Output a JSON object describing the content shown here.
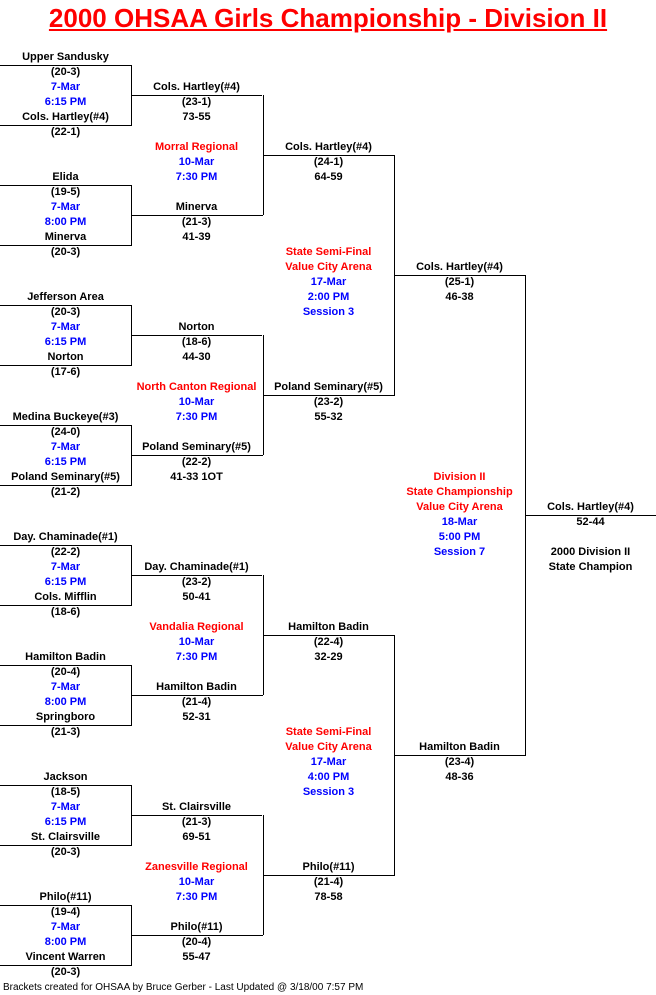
{
  "title": "2000 OHSAA Girls Championship - Division II",
  "colors": {
    "title": "#ff0000",
    "venue": "#ff0000",
    "schedule": "#0000ff",
    "text": "#000000"
  },
  "district_finals": [
    {
      "team_a": "Upper Sandusky",
      "record_a": "(20-3)",
      "date": "7-Mar",
      "time": "6:15 PM",
      "team_b": "Cols. Hartley(#4)",
      "record_b": "(22-1)"
    },
    {
      "team_a": "Elida",
      "record_a": "(19-5)",
      "date": "7-Mar",
      "time": "8:00 PM",
      "team_b": "Minerva",
      "record_b": "(20-3)"
    },
    {
      "team_a": "Jefferson Area",
      "record_a": "(20-3)",
      "date": "7-Mar",
      "time": "6:15 PM",
      "team_b": "Norton",
      "record_b": "(17-6)"
    },
    {
      "team_a": "Medina Buckeye(#3)",
      "record_a": "(24-0)",
      "date": "7-Mar",
      "time": "6:15 PM",
      "team_b": "Poland Seminary(#5)",
      "record_b": "(21-2)"
    },
    {
      "team_a": "Day. Chaminade(#1)",
      "record_a": "(22-2)",
      "date": "7-Mar",
      "time": "6:15 PM",
      "team_b": "Cols. Mifflin",
      "record_b": "(18-6)"
    },
    {
      "team_a": "Hamilton Badin",
      "record_a": "(20-4)",
      "date": "7-Mar",
      "time": "8:00 PM",
      "team_b": "Springboro",
      "record_b": "(21-3)"
    },
    {
      "team_a": "Jackson",
      "record_a": "(18-5)",
      "date": "7-Mar",
      "time": "6:15 PM",
      "team_b": "St. Clairsville",
      "record_b": "(20-3)"
    },
    {
      "team_a": "Philo(#11)",
      "record_a": "(19-4)",
      "date": "7-Mar",
      "time": "8:00 PM",
      "team_b": "Vincent Warren",
      "record_b": "(20-3)"
    }
  ],
  "regional_semis": [
    {
      "winner": "Cols. Hartley(#4)",
      "record": "(23-1)",
      "score": "73-55"
    },
    {
      "winner": "Minerva",
      "record": "(21-3)",
      "score": "41-39"
    },
    {
      "winner": "Norton",
      "record": "(18-6)",
      "score": "44-30"
    },
    {
      "winner": "Poland Seminary(#5)",
      "record": "(22-2)",
      "score": "41-33 1OT"
    },
    {
      "winner": "Day. Chaminade(#1)",
      "record": "(23-2)",
      "score": "50-41"
    },
    {
      "winner": "Hamilton Badin",
      "record": "(21-4)",
      "score": "52-31"
    },
    {
      "winner": "St. Clairsville",
      "record": "(21-3)",
      "score": "69-51"
    },
    {
      "winner": "Philo(#11)",
      "record": "(20-4)",
      "score": "55-47"
    }
  ],
  "regionals": [
    {
      "venue": "Morral Regional",
      "date": "10-Mar",
      "time": "7:30 PM"
    },
    {
      "venue": "North Canton Regional",
      "date": "10-Mar",
      "time": "7:30 PM"
    },
    {
      "venue": "Vandalia Regional",
      "date": "10-Mar",
      "time": "7:30 PM"
    },
    {
      "venue": "Zanesville Regional",
      "date": "10-Mar",
      "time": "7:30 PM"
    }
  ],
  "regional_finals": [
    {
      "winner": "Cols. Hartley(#4)",
      "record": "(24-1)",
      "score": "64-59"
    },
    {
      "winner": "Poland Seminary(#5)",
      "record": "(23-2)",
      "score": "55-32"
    },
    {
      "winner": "Hamilton Badin",
      "record": "(22-4)",
      "score": "32-29"
    },
    {
      "winner": "Philo(#11)",
      "record": "(21-4)",
      "score": "78-58"
    }
  ],
  "state_semis": [
    {
      "round": "State Semi-Final",
      "venue": "Value City Arena",
      "date": "17-Mar",
      "time": "2:00 PM",
      "session": "Session 3"
    },
    {
      "round": "State Semi-Final",
      "venue": "Value City Arena",
      "date": "17-Mar",
      "time": "4:00 PM",
      "session": "Session 3"
    }
  ],
  "state_semi_results": [
    {
      "winner": "Cols. Hartley(#4)",
      "record": "(25-1)",
      "score": "46-38"
    },
    {
      "winner": "Hamilton Badin",
      "record": "(23-4)",
      "score": "48-36"
    }
  ],
  "championship": {
    "division": "Division II",
    "round": "State Championship",
    "venue": "Value City Arena",
    "date": "18-Mar",
    "time": "5:00 PM",
    "session": "Session 7"
  },
  "champion": {
    "winner": "Cols. Hartley(#4)",
    "score": "52-44",
    "caption_line1": "2000 Division II",
    "caption_line2": "State Champion"
  },
  "footer": "Brackets created for OHSAA by Bruce Gerber - Last Updated @ 3/18/00 7:57 PM"
}
